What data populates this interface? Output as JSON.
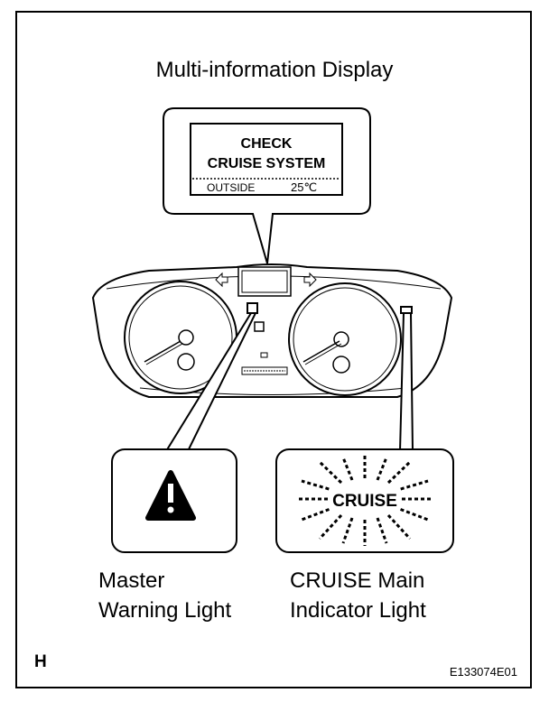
{
  "title": "Multi-information Display",
  "display": {
    "line1": "CHECK",
    "line2": "CRUISE SYSTEM",
    "outside_label": "OUTSIDE",
    "outside_temp": "25℃"
  },
  "cruise_indicator_text": "CRUISE",
  "master_warning_label": [
    "Master",
    "Warning Light"
  ],
  "cruise_main_label": [
    "CRUISE Main",
    "Indicator Light"
  ],
  "page_letter": "H",
  "figure_code": "E133074E01"
}
